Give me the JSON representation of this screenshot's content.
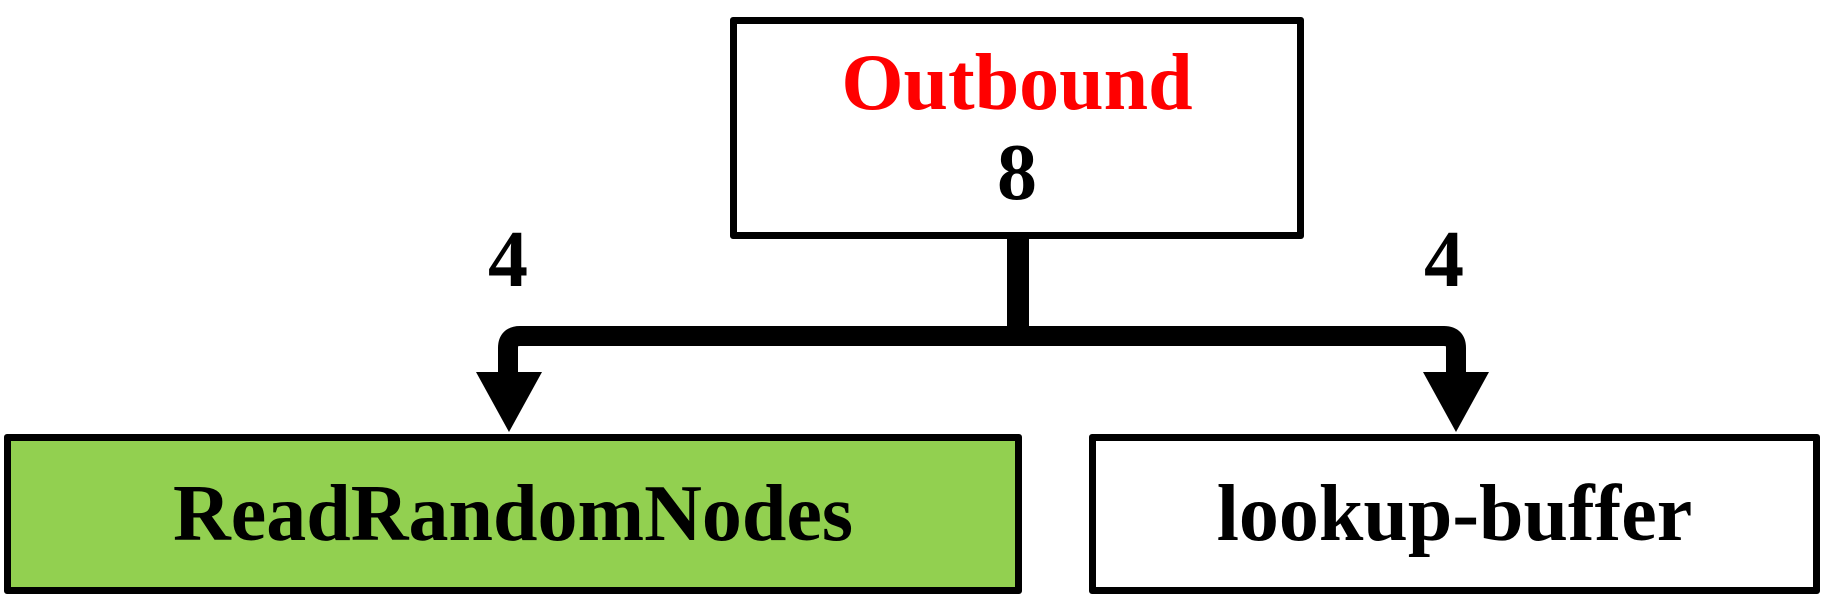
{
  "colors": {
    "root_title": "#ff0000",
    "left_fill": "#92d050",
    "right_fill": "#ffffff",
    "line": "#000000"
  },
  "root": {
    "title": "Outbound",
    "value": "8"
  },
  "edges": [
    {
      "label": "4",
      "target": "ReadRandomNodes"
    },
    {
      "label": "4",
      "target": "lookup-buffer"
    }
  ],
  "children": [
    {
      "label": "ReadRandomNodes"
    },
    {
      "label": "lookup-buffer"
    }
  ]
}
